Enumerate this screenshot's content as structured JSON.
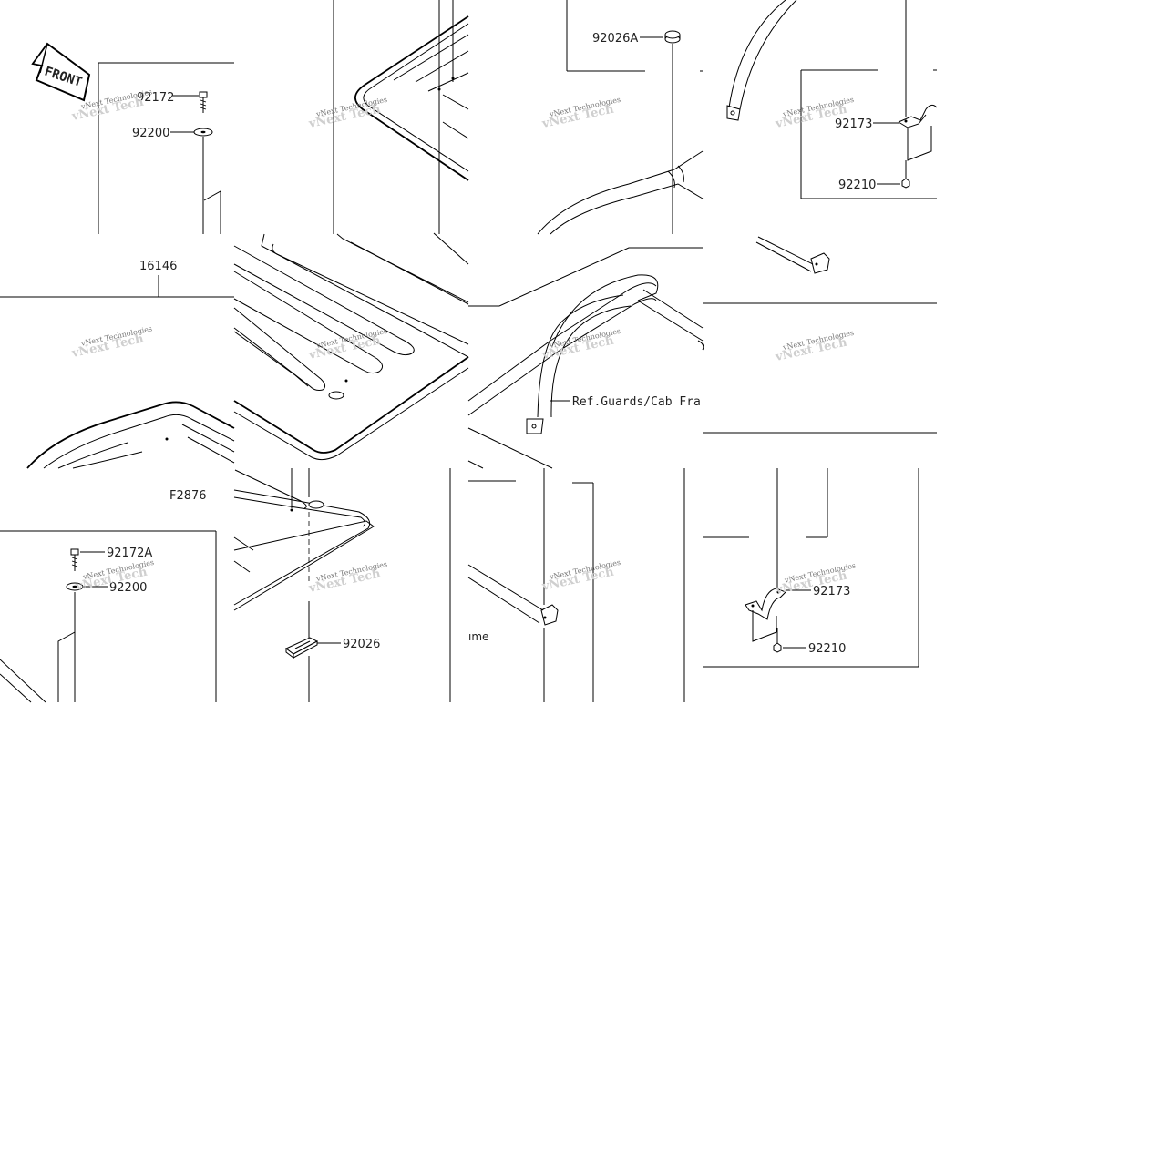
{
  "diagram": {
    "front_arrow": "FRONT",
    "figure_code": "F2876",
    "reference": "Ref.Guards/Cab Fra",
    "reference_fragment": "ıme",
    "watermark": "vNext Technologies",
    "parts": {
      "p16146": "16146",
      "p92172": "92172",
      "p92200": "92200",
      "p92172A": "92172A",
      "p92200b": "92200",
      "p92026A": "92026A",
      "p92026": "92026",
      "p92173": "92173",
      "p92210": "92210",
      "p92173b": "92173",
      "p92210b": "92210"
    }
  }
}
